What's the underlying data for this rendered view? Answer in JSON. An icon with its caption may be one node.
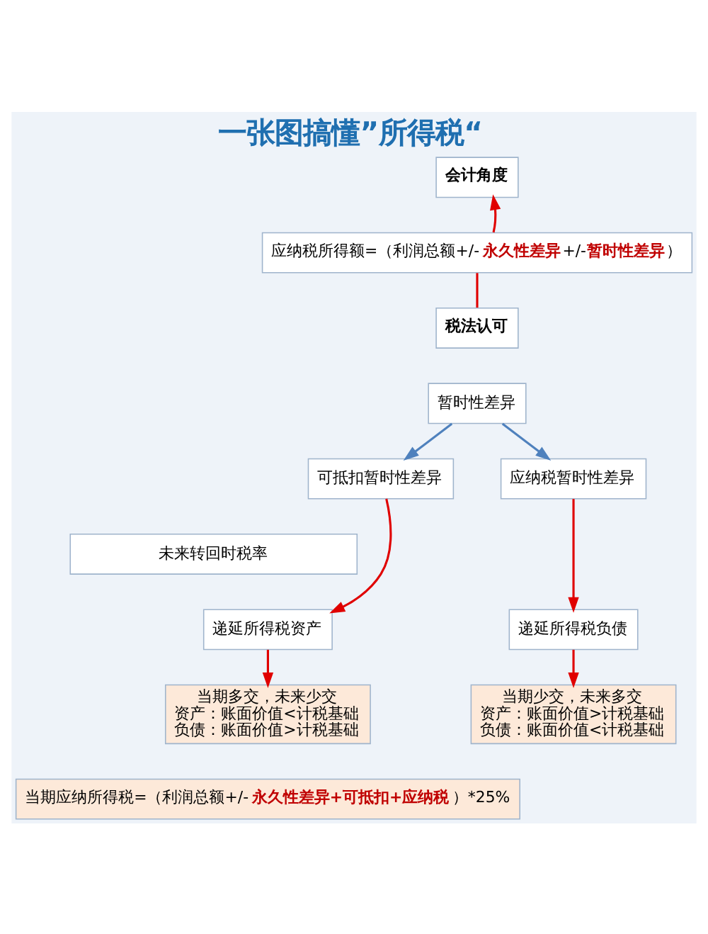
{
  "diagram": {
    "title": "一张图搞懂”所得税“",
    "nodes": [
      {
        "text": [
          "会计角度"
        ]
      },
      {
        "text": [
          "应纳税所得额=（利润总额+/-**永久性差异**+/-**暂时性差异**）"
        ]
      },
      {
        "text": [
          "税法认可"
        ]
      },
      {
        "text": [
          "暂时性差异"
        ]
      },
      {
        "text": [
          "可抵扣暂时性差异"
        ]
      },
      {
        "text": [
          "应纳税暂时性差异"
        ]
      },
      {
        "text": [
          "未来转回时税率"
        ]
      },
      {
        "text": [
          "递延所得税资产"
        ]
      },
      {
        "text": [
          "递延所得税负债"
        ]
      },
      {
        "text": [
          "当期多交，未来少交",
          "资产：账面价值<计税基础",
          "负债：账面价值>计税基础"
        ]
      },
      {
        "text": [
          "当期少交，未来多交",
          "资产：账面价值>计税基础",
          "负债：账面价值<计税基础"
        ]
      },
      {
        "text": [
          "当期应纳所得税=（利润总额+/-**永久性差异+可抵扣+应纳税**）*25%"
        ]
      }
    ],
    "edges": [
      {
        "from": 1,
        "to": 0,
        "arrow": "to"
      },
      {
        "from": 1,
        "to": 2,
        "arrow": "none"
      },
      {
        "from": 3,
        "to": 4,
        "arrow": "to",
        "color": "#4f81bd"
      },
      {
        "from": 3,
        "to": 5,
        "arrow": "to",
        "color": "#4f81bd"
      },
      {
        "from": 4,
        "to": 7,
        "arrow": "to"
      },
      {
        "from": 5,
        "to": 8,
        "arrow": "to"
      },
      {
        "from": 7,
        "to": 9,
        "arrow": "to"
      },
      {
        "from": 8,
        "to": 10,
        "arrow": "to"
      }
    ]
  }
}
